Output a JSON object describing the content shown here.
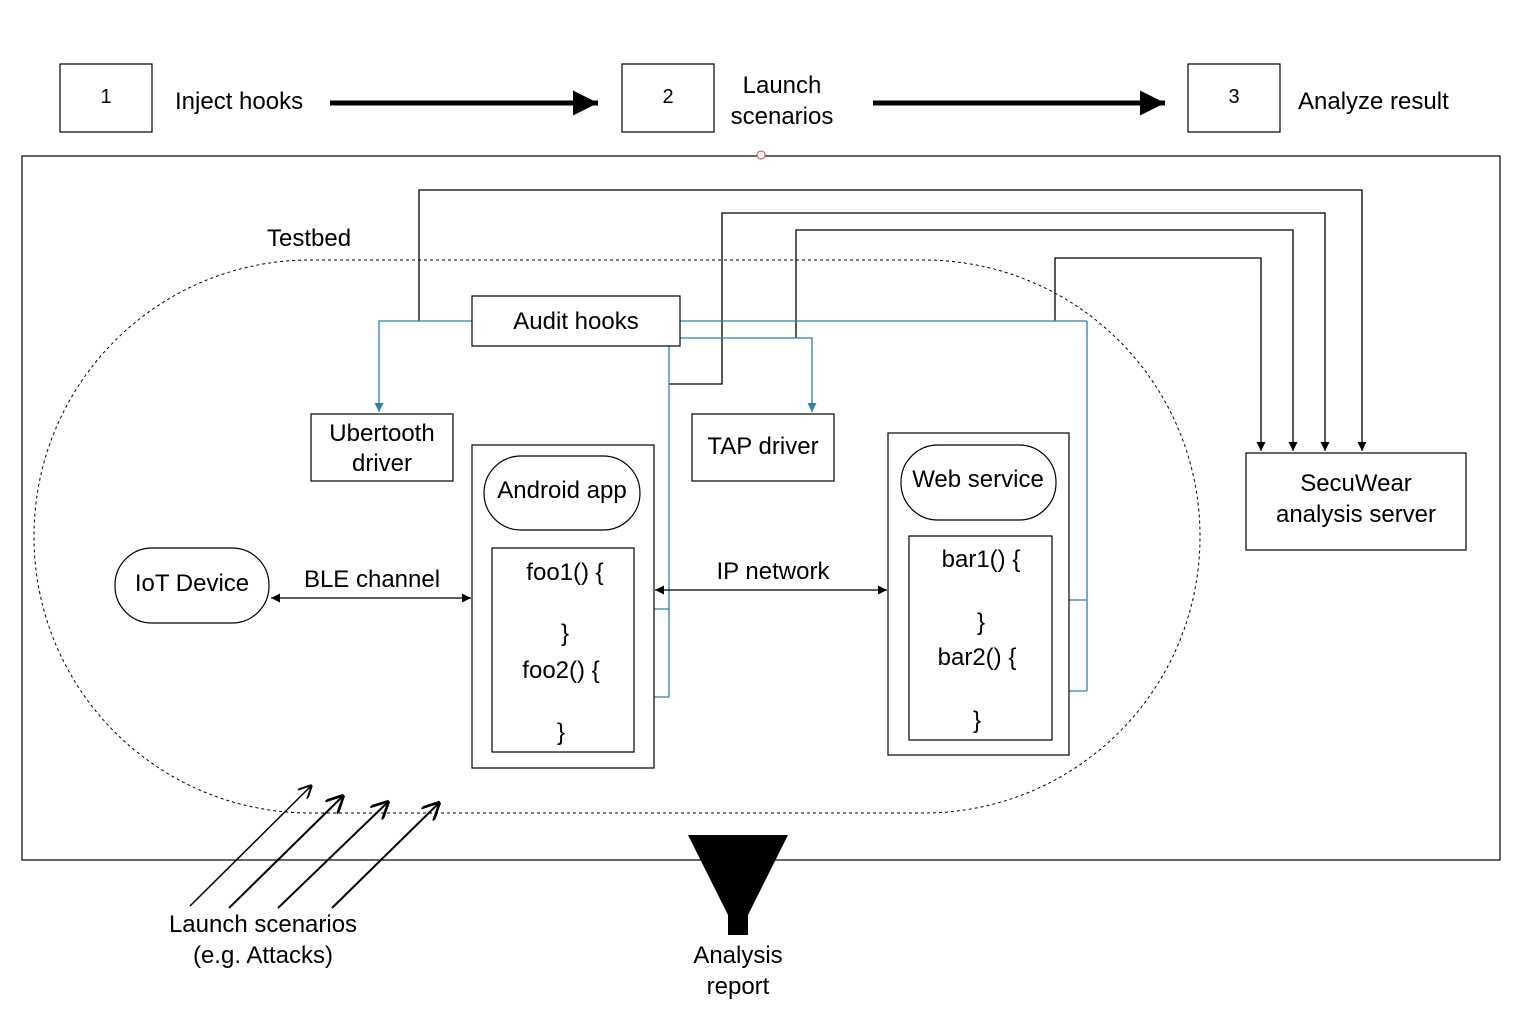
{
  "steps": [
    {
      "number": "1",
      "label": "Inject hooks"
    },
    {
      "number": "2",
      "label_line1": "Launch",
      "label_line2": "scenarios"
    },
    {
      "number": "3",
      "label": "Analyze result"
    }
  ],
  "testbed_label": "Testbed",
  "audit_hooks": "Audit hooks",
  "ubertooth": {
    "line1": "Ubertooth",
    "line2": "driver"
  },
  "tap_driver": "TAP driver",
  "android_app": "Android app",
  "app_code": [
    "foo1() {",
    "}",
    "foo2() {",
    "}"
  ],
  "web_service": "Web service",
  "web_code": [
    "bar1() {",
    "}",
    "bar2() {",
    "}"
  ],
  "iot_device": "IoT Device",
  "ble_channel": "BLE channel",
  "ip_network": "IP network",
  "server": {
    "line1": "SecuWear",
    "line2": "analysis server"
  },
  "launch_scenarios": {
    "line1": "Launch scenarios",
    "line2": "(e.g. Attacks)"
  },
  "analysis_report": {
    "line1": "Analysis",
    "line2": "report"
  },
  "colors": {
    "hook_line": "#2e7db5",
    "line": "#000000"
  }
}
